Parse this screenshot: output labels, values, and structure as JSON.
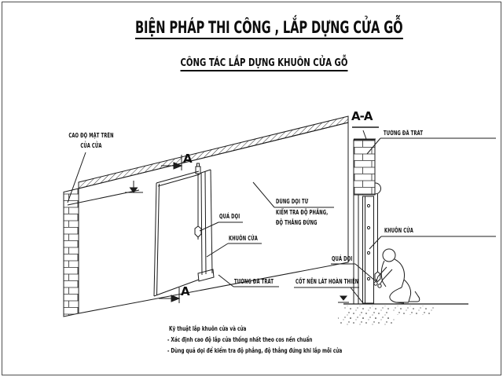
{
  "page": {
    "title": "BIỆN PHÁP THI CÔNG , LẮP DỰNG CỬA GỖ",
    "subtitle": "CÔNG TÁC LẮP DỰNG KHUÔN CỬA GỖ"
  },
  "elevation_view": {
    "label_top_elevation_line1": "CAO ĐỘ MẶT TRÊN",
    "label_top_elevation_line2": "CỦA CỬA",
    "label_plumb_check_line1": "DÙNG DỌI TỪ",
    "label_plumb_check_line2": "KIỂM TRA ĐỘ PHẲNG,",
    "label_plumb_check_line3": "ĐỘ THẲNG ĐỨNG",
    "label_plumb_bob": "QUẢ DỌI",
    "label_door_frame": "KHUÔN CỬA",
    "label_plastered_wall": "TƯỜNG ĐÃ TRÁT",
    "section_mark_top": "A",
    "section_mark_bottom": "A"
  },
  "section_view": {
    "title": "A-A",
    "label_plastered_wall": "TƯỜNG ĐÃ TRÁT",
    "label_door_frame": "KHUÔN CỬA",
    "label_plumb_bob": "QUẢ DỌI",
    "label_finished_floor": "CỐT NỀN LÁT HOÀN THIỆN"
  },
  "notes": {
    "heading": "Kỹ thuật lắp khuôn cửa và cửa",
    "line1": "- Xác định cao độ lắp cửa thống nhất theo cos nền chuẩn",
    "line2": "- Dùng quả dọi để kiểm tra độ phẳng, độ thẳng đứng khi lắp mỗi cửa"
  },
  "colors": {
    "ink": "#1c1c1c",
    "background": "#ffffff",
    "sheet_border": "#4f4f4f"
  }
}
